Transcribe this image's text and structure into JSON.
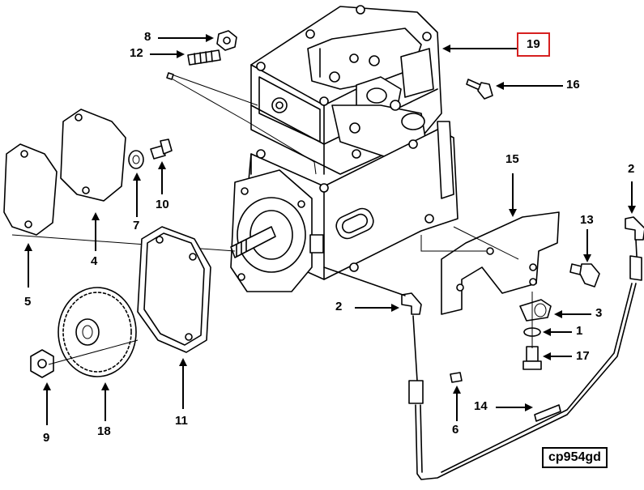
{
  "diagram": {
    "figure_code": "cp954gd",
    "highlighted_callout": "19",
    "callouts": [
      {
        "id": "c8",
        "label": "8"
      },
      {
        "id": "c12",
        "label": "12"
      },
      {
        "id": "c19",
        "label": "19"
      },
      {
        "id": "c16",
        "label": "16"
      },
      {
        "id": "c10",
        "label": "10"
      },
      {
        "id": "c7",
        "label": "7"
      },
      {
        "id": "c4",
        "label": "4"
      },
      {
        "id": "c5",
        "label": "5"
      },
      {
        "id": "c15",
        "label": "15"
      },
      {
        "id": "c2a",
        "label": "2"
      },
      {
        "id": "c13",
        "label": "13"
      },
      {
        "id": "c2b",
        "label": "2"
      },
      {
        "id": "c3",
        "label": "3"
      },
      {
        "id": "c1",
        "label": "1"
      },
      {
        "id": "c17",
        "label": "17"
      },
      {
        "id": "c9",
        "label": "9"
      },
      {
        "id": "c18",
        "label": "18"
      },
      {
        "id": "c11",
        "label": "11"
      },
      {
        "id": "c6",
        "label": "6"
      },
      {
        "id": "c14",
        "label": "14"
      }
    ]
  }
}
